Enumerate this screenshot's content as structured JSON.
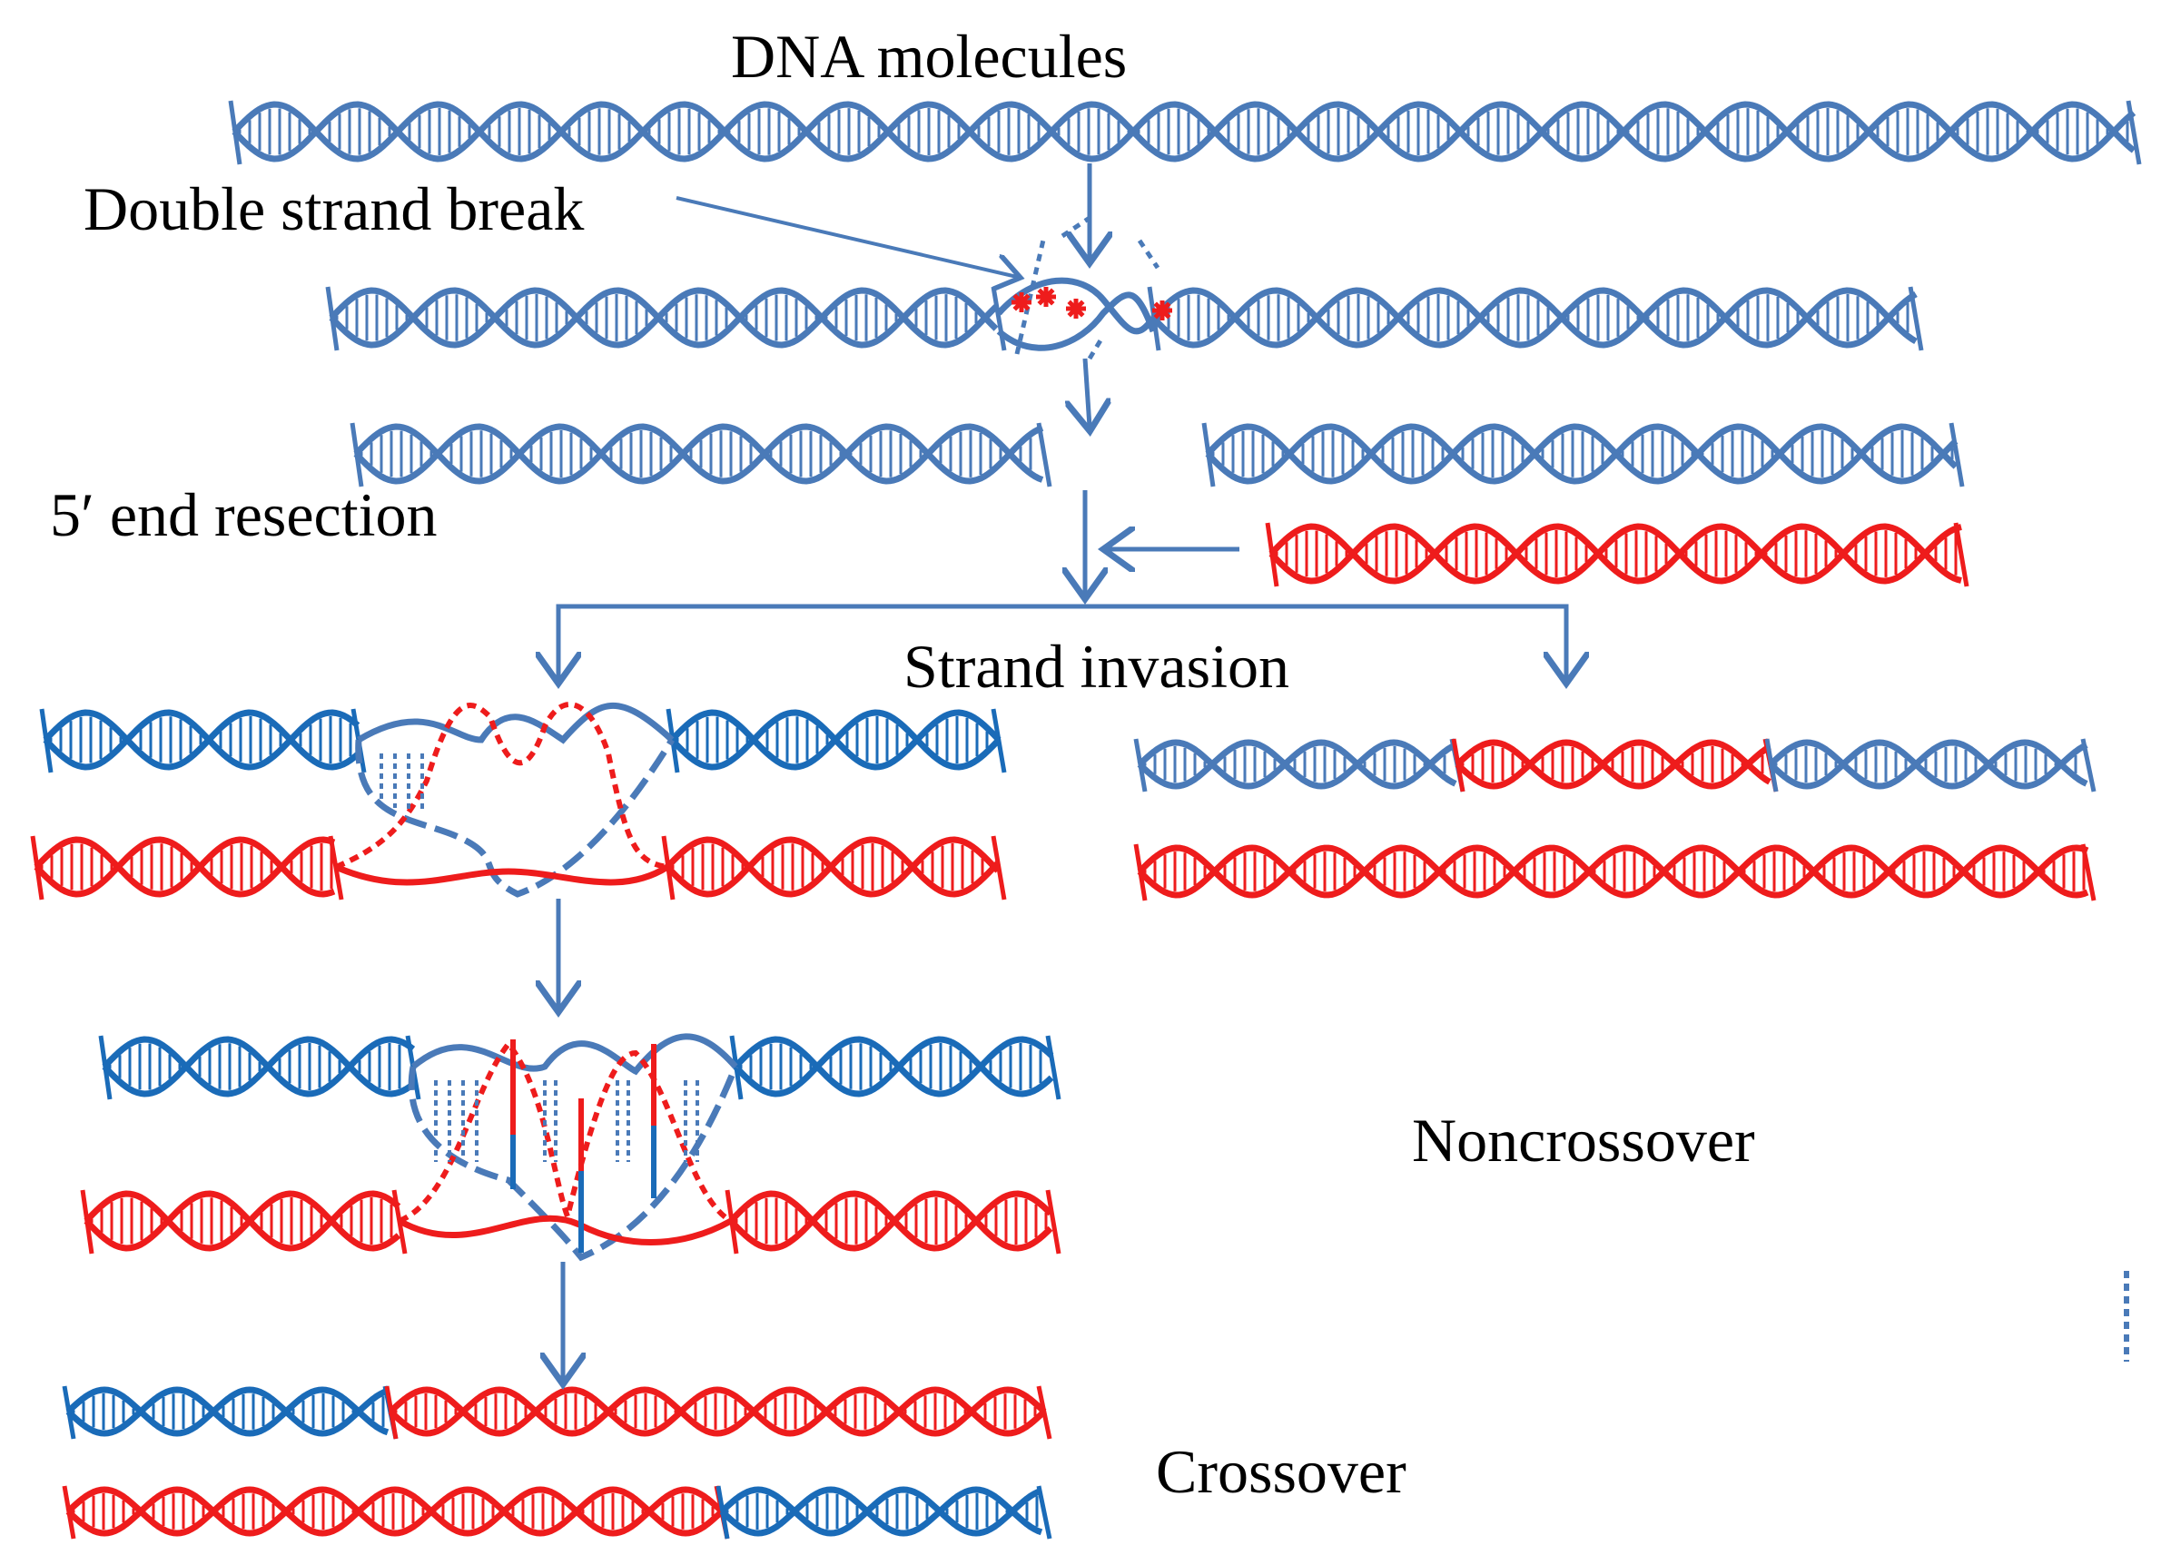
{
  "labels": {
    "dna_molecules": "DNA molecules",
    "double_strand_break": "Double strand break",
    "end_resection": "5′ end resection",
    "strand_invasion": "Strand invasion",
    "noncrossover": "Noncrossover",
    "crossover": "Crossover"
  },
  "colors": {
    "blue_light": "#4a7ab8",
    "blue_dark": "#1a6bb8",
    "red": "#ee1c1c",
    "text": "#000000"
  },
  "diagram": {
    "steps": [
      "dna-molecules",
      "double-strand-break",
      "end-resection",
      "strand-invasion",
      "noncrossover",
      "crossover"
    ]
  }
}
